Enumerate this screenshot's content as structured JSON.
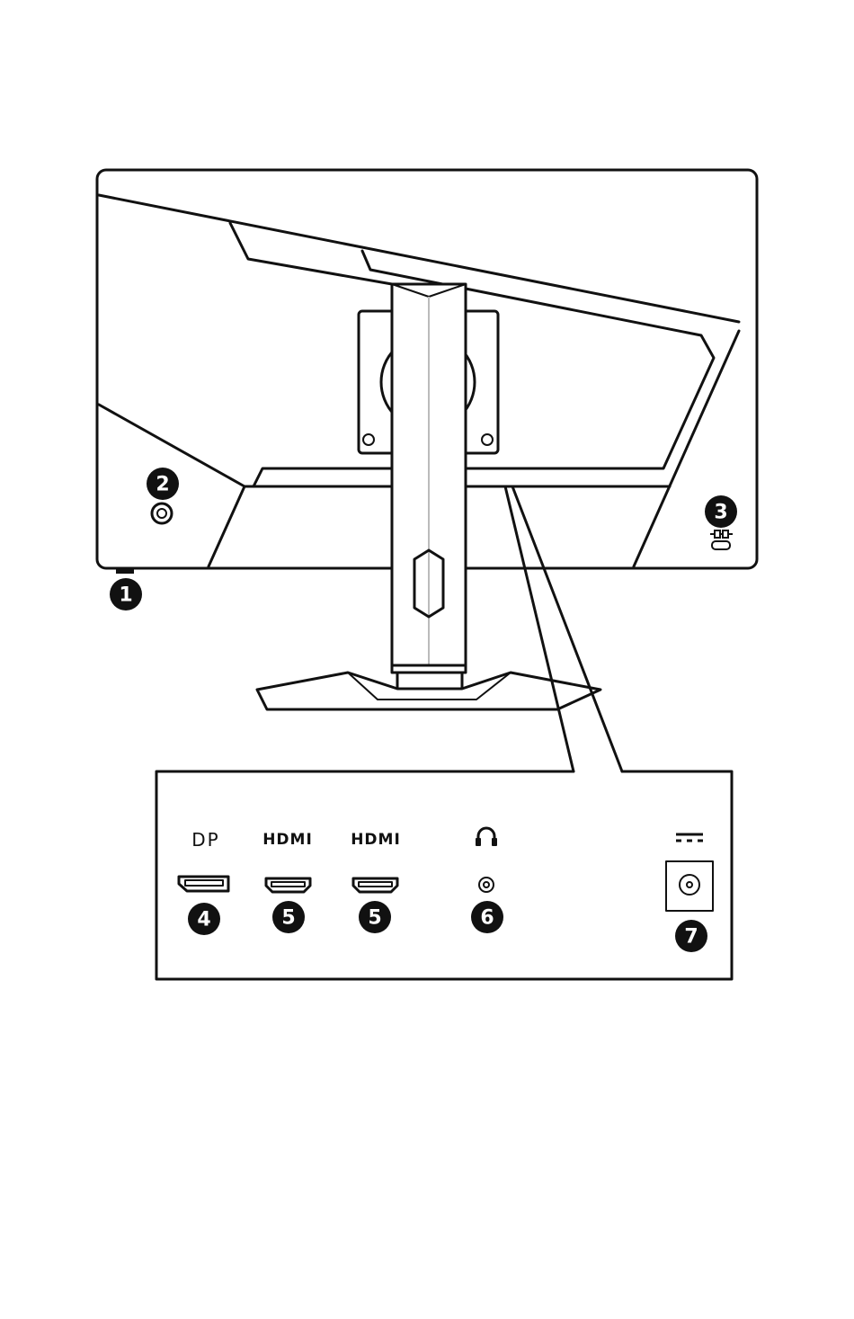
{
  "callouts": {
    "c1": "1",
    "c2": "2",
    "c3": "3",
    "c4": "4",
    "c5a": "5",
    "c5b": "5",
    "c6": "6",
    "c7": "7"
  },
  "ports": {
    "dp_label": "DP",
    "hdmi1_label": "HDMI",
    "hdmi2_label": "HDMI"
  },
  "icons": {
    "headphone": "headphone-icon",
    "dc_power": "dc-power-icon",
    "kensington_lock": "kensington-lock-icon"
  }
}
